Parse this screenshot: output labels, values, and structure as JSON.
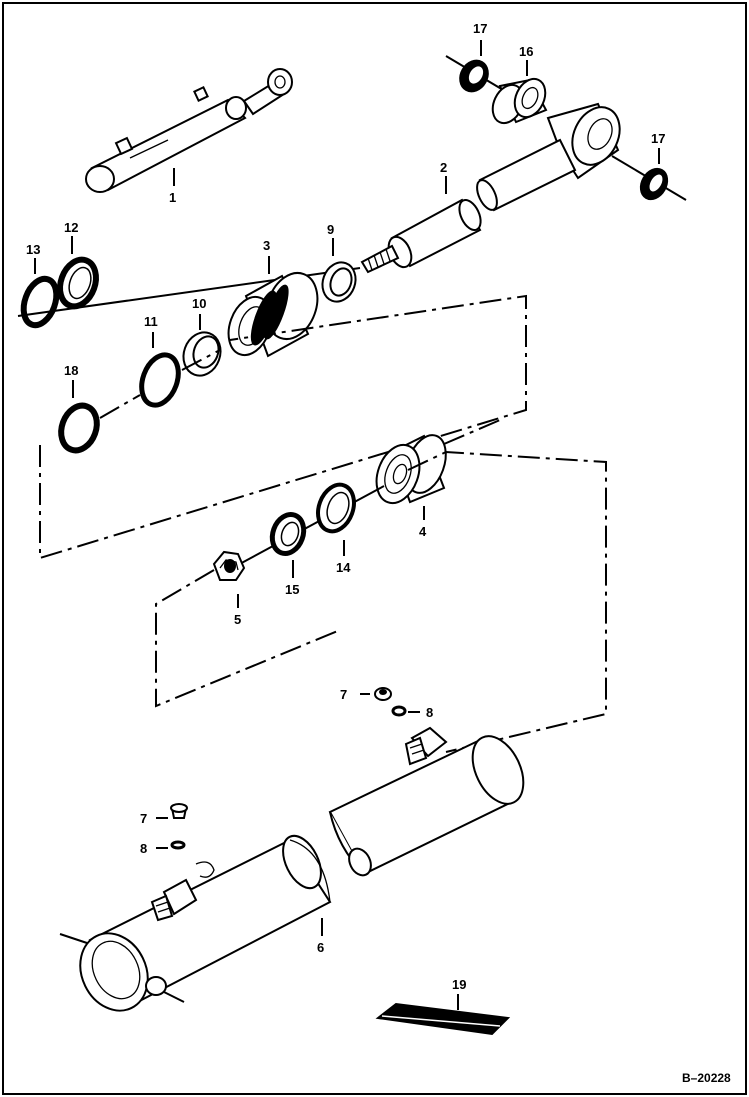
{
  "diagram": {
    "reference": "B–20228",
    "callouts": {
      "c1": "1",
      "c2": "2",
      "c3": "3",
      "c4": "4",
      "c5": "5",
      "c6": "6",
      "c7a": "7",
      "c7b": "7",
      "c8a": "8",
      "c8b": "8",
      "c9": "9",
      "c10": "10",
      "c11": "11",
      "c12": "12",
      "c13": "13",
      "c14": "14",
      "c15": "15",
      "c16": "16",
      "c17a": "17",
      "c17b": "17",
      "c18": "18",
      "c19": "19"
    }
  }
}
